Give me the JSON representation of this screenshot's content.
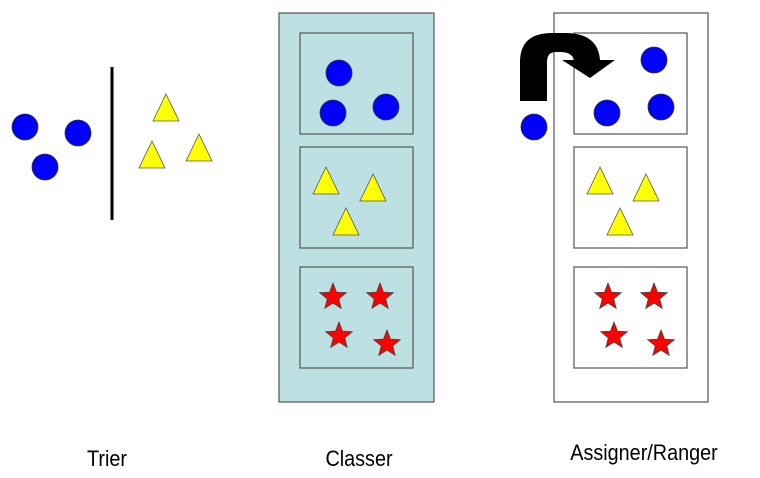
{
  "colors": {
    "circle": "#0000ff",
    "triangle": "#ffff00",
    "star": "#ff0000",
    "classer_bg": "#bde0e3",
    "assigner_bg": "#ffffff",
    "outline": "#555555",
    "arrow": "#000000"
  },
  "panels": [
    {
      "id": "trier",
      "label": "Trier",
      "groups": [
        {
          "shape": "circle",
          "count": 3
        },
        {
          "shape": "triangle",
          "count": 3
        }
      ]
    },
    {
      "id": "classer",
      "label": "Classer",
      "bins": [
        {
          "shape": "circle",
          "count": 3
        },
        {
          "shape": "triangle",
          "count": 3
        },
        {
          "shape": "star",
          "count": 4
        }
      ]
    },
    {
      "id": "assigner",
      "label": "Assigner/Ranger",
      "incoming": {
        "shape": "circle",
        "count": 1,
        "icon": "curved-arrow-icon"
      },
      "bins": [
        {
          "shape": "circle",
          "count": 3
        },
        {
          "shape": "triangle",
          "count": 3
        },
        {
          "shape": "star",
          "count": 4
        }
      ]
    }
  ]
}
